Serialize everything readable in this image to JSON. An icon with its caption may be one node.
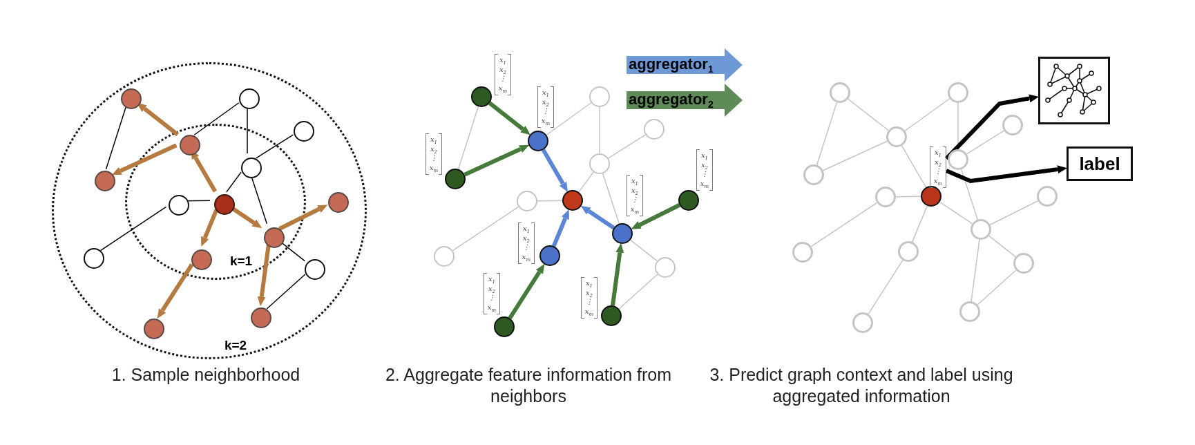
{
  "diagram": {
    "nodes": [
      {
        "text": [
          "k=2"
        ]
      },
      {
        "text": [
          "k=1"
        ],
        "in": 0
      },
      {
        "text": [],
        "shape": "circle",
        "in": 1
      },
      {
        "text": [],
        "shape": "circle",
        "in": 0
      },
      {
        "text": [],
        "shape": "circle",
        "in": 1
      },
      {
        "text": [],
        "shape": "circle",
        "in": 0
      },
      {
        "text": [],
        "shape": "circle",
        "in": 0
      },
      {
        "text": [],
        "shape": "circle",
        "in": 0
      },
      {
        "text": [],
        "shape": "circle",
        "in": 1
      },
      {
        "text": [],
        "shape": "circle",
        "in": 1
      },
      {
        "text": [],
        "shape": "circle",
        "in": 0
      },
      {
        "text": [],
        "shape": "circle",
        "in": 0
      },
      {
        "text": [],
        "shape": "circle",
        "in": 1
      },
      {
        "text": [],
        "shape": "circle",
        "in": 1
      },
      {
        "text": [],
        "shape": "circle",
        "in": 0
      },
      {
        "text": [],
        "shape": "circle",
        "in": 0
      },
      {
        "text": [],
        "shape": "circle",
        "in": 0
      },
      {
        "text": [],
        "shape": "circle"
      },
      {
        "text": [],
        "shape": "circle"
      },
      {
        "text": [],
        "shape": "circle"
      },
      {
        "text": [],
        "shape": "circle"
      },
      {
        "text": [],
        "shape": "circle"
      },
      {
        "text": [],
        "shape": "circle"
      },
      {
        "text": [],
        "shape": "circle"
      },
      {
        "text": [],
        "shape": "circle"
      },
      {
        "text": [],
        "shape": "circle"
      },
      {
        "text": [],
        "shape": "circle"
      },
      {
        "text": [],
        "shape": "circle"
      },
      {
        "text": [],
        "shape": "circle"
      },
      {
        "text": [],
        "shape": "circle"
      },
      {
        "text": [],
        "shape": "circle"
      },
      {
        "text": [],
        "shape": "circle"
      },
      {
        "text": [],
        "shape": "circle"
      },
      {
        "text": [],
        "shape": "circle"
      },
      {
        "text": [],
        "shape": "circle"
      },
      {
        "text": [],
        "shape": "circle"
      },
      {
        "text": [],
        "shape": "circle"
      },
      {
        "text": [],
        "shape": "circle"
      },
      {
        "text": [],
        "shape": "circle"
      },
      {
        "text": [],
        "shape": "circle"
      },
      {
        "text": [],
        "shape": "circle"
      },
      {
        "text": [],
        "shape": "circle"
      },
      {
        "text": [],
        "shape": "circle"
      },
      {
        "text": [],
        "shape": "circle"
      },
      {
        "text": [],
        "shape": "circle"
      },
      {
        "text": [],
        "shape": "circle"
      },
      {
        "text": [],
        "shape": "circle"
      },
      {
        "text": [
          "x$_{1}$ x$_{2}$ ⋮ x$_{m}$"
        ]
      },
      {
        "text": [],
        "shape": "picture"
      },
      {
        "text": [
          "label"
        ]
      },
      {
        "text": [
          "x$_{1}$ x$_{2}$ ⋮ x$_{m}$"
        ]
      },
      {
        "text": [
          "x$_{1}$ x$_{2}$ ⋮ x$_{m}$"
        ]
      },
      {
        "text": [
          "x$_{1}$ x$_{2}$ ⋮ x$_{m}$"
        ]
      },
      {
        "text": [
          "x$_{1}$ x$_{2}$ ⋮ x$_{m}$"
        ]
      },
      {
        "text": [
          "x$_{1}$ x$_{2}$ ⋮ x$_{m}$"
        ]
      },
      {
        "text": [
          "x$_{1}$ x$_{2}$ ⋮ x$_{m}$"
        ]
      },
      {
        "text": [
          "x$_{1}$ x$_{2}$ ⋮ x$_{m}$"
        ]
      },
      {
        "text": [
          "x$_{1}$ x$_{2}$ ⋮ x$_{m}$"
        ]
      }
    ],
    "edges": [
      {
        "from": 3,
        "to": 5,
        "arrow": "none",
        "color": "#000000"
      },
      {
        "from": 4,
        "to": 6,
        "arrow": "none",
        "color": "#000000"
      },
      {
        "from": 6,
        "to": 8,
        "arrow": "none",
        "color": "#000000"
      },
      {
        "from": 8,
        "to": 7,
        "arrow": "none",
        "color": "#000000"
      },
      {
        "from": 8,
        "to": 2,
        "arrow": "none",
        "color": "#000000"
      },
      {
        "from": 9,
        "to": 2,
        "arrow": "none",
        "color": "#000000"
      },
      {
        "from": 9,
        "to": 10,
        "arrow": "none",
        "color": "#000000"
      },
      {
        "from": 8,
        "to": 12,
        "arrow": "none",
        "color": "#000000"
      },
      {
        "from": 12,
        "to": 14,
        "arrow": "none",
        "color": "#000000"
      },
      {
        "from": 14,
        "to": 16,
        "arrow": "none",
        "color": "#000000"
      },
      {
        "from": 2,
        "to": 4,
        "arrow": "to",
        "style": "thick",
        "color": "#b57a40"
      },
      {
        "from": 4,
        "to": 3,
        "arrow": "to",
        "style": "thick",
        "color": "#b57a40"
      },
      {
        "from": 4,
        "to": 5,
        "arrow": "to",
        "style": "thick",
        "color": "#b57a40"
      },
      {
        "from": 2,
        "to": 12,
        "arrow": "to",
        "style": "thick",
        "color": "#b57a40"
      },
      {
        "from": 12,
        "to": 11,
        "arrow": "to",
        "style": "thick",
        "color": "#b57a40"
      },
      {
        "from": 2,
        "to": 13,
        "arrow": "to",
        "style": "thick",
        "color": "#b57a40"
      },
      {
        "from": 13,
        "to": 15,
        "arrow": "to",
        "style": "thick",
        "color": "#b57a40"
      },
      {
        "from": 12,
        "to": 16,
        "arrow": "to",
        "style": "thick",
        "color": "#b57a40"
      },
      {
        "from": 18,
        "to": 20,
        "arrow": "none"
      },
      {
        "from": 19,
        "to": 21,
        "arrow": "none"
      },
      {
        "from": 21,
        "to": 23,
        "arrow": "none"
      },
      {
        "from": 23,
        "to": 22,
        "arrow": "none"
      },
      {
        "from": 23,
        "to": 17,
        "arrow": "none"
      },
      {
        "from": 24,
        "to": 17,
        "arrow": "none"
      },
      {
        "from": 24,
        "to": 25,
        "arrow": "none"
      },
      {
        "from": 23,
        "to": 27,
        "arrow": "none"
      },
      {
        "from": 27,
        "to": 29,
        "arrow": "none"
      },
      {
        "from": 29,
        "to": 31,
        "arrow": "none"
      },
      {
        "from": 18,
        "to": 19,
        "arrow": "to",
        "style": "thick",
        "color": "#457a3a"
      },
      {
        "from": 20,
        "to": 19,
        "arrow": "to",
        "style": "thick",
        "color": "#457a3a"
      },
      {
        "from": 26,
        "to": 27,
        "arrow": "to",
        "style": "thick",
        "color": "#457a3a"
      },
      {
        "from": 31,
        "to": 27,
        "arrow": "to",
        "style": "thick",
        "color": "#457a3a"
      },
      {
        "from": 30,
        "to": 28,
        "arrow": "to",
        "style": "thick",
        "color": "#457a3a"
      },
      {
        "from": 19,
        "to": 17,
        "arrow": "to",
        "style": "thick",
        "color": "#5b86d6"
      },
      {
        "from": 28,
        "to": 17,
        "arrow": "to",
        "style": "thick",
        "color": "#5b86d6"
      },
      {
        "from": 27,
        "to": 17,
        "arrow": "to",
        "style": "thick",
        "color": "#5b86d6"
      },
      {
        "from": 33,
        "to": 35,
        "arrow": "none"
      },
      {
        "from": 34,
        "to": 36,
        "arrow": "none"
      },
      {
        "from": 36,
        "to": 38,
        "arrow": "none"
      },
      {
        "from": 38,
        "to": 37,
        "arrow": "none"
      },
      {
        "from": 39,
        "to": 32,
        "arrow": "none"
      },
      {
        "from": 39,
        "to": 40,
        "arrow": "none"
      },
      {
        "from": 38,
        "to": 42,
        "arrow": "none"
      },
      {
        "from": 42,
        "to": 44,
        "arrow": "none"
      },
      {
        "from": 44,
        "to": 46,
        "arrow": "none"
      },
      {
        "from": 32,
        "to": 34,
        "arrow": "none"
      },
      {
        "from": 34,
        "to": 33,
        "arrow": "none"
      },
      {
        "from": 34,
        "to": 35,
        "arrow": "none"
      },
      {
        "from": 32,
        "to": 42,
        "arrow": "none"
      },
      {
        "from": 42,
        "to": 41,
        "arrow": "none"
      },
      {
        "from": 32,
        "to": 43,
        "arrow": "none"
      },
      {
        "from": 43,
        "to": 45,
        "arrow": "none"
      },
      {
        "from": 42,
        "to": 46,
        "arrow": "none"
      },
      {
        "from": 47,
        "to": 48,
        "arrow": "to",
        "style": "thick",
        "color": "#000000"
      },
      {
        "from": 47,
        "to": 49,
        "arrow": "to",
        "style": "thick",
        "color": "#000000"
      }
    ],
    "labels": [
      "1. Sample neighborhood",
      "2. Aggregate feature information from neighbors",
      "3. Predict graph context and label using aggregated information"
    ],
    "legend": [
      {
        "text": "aggregator$_{1}$",
        "color": "#6d9ad6"
      },
      {
        "text": "aggregator$_{2}$",
        "color": "#5e8b57"
      }
    ]
  }
}
